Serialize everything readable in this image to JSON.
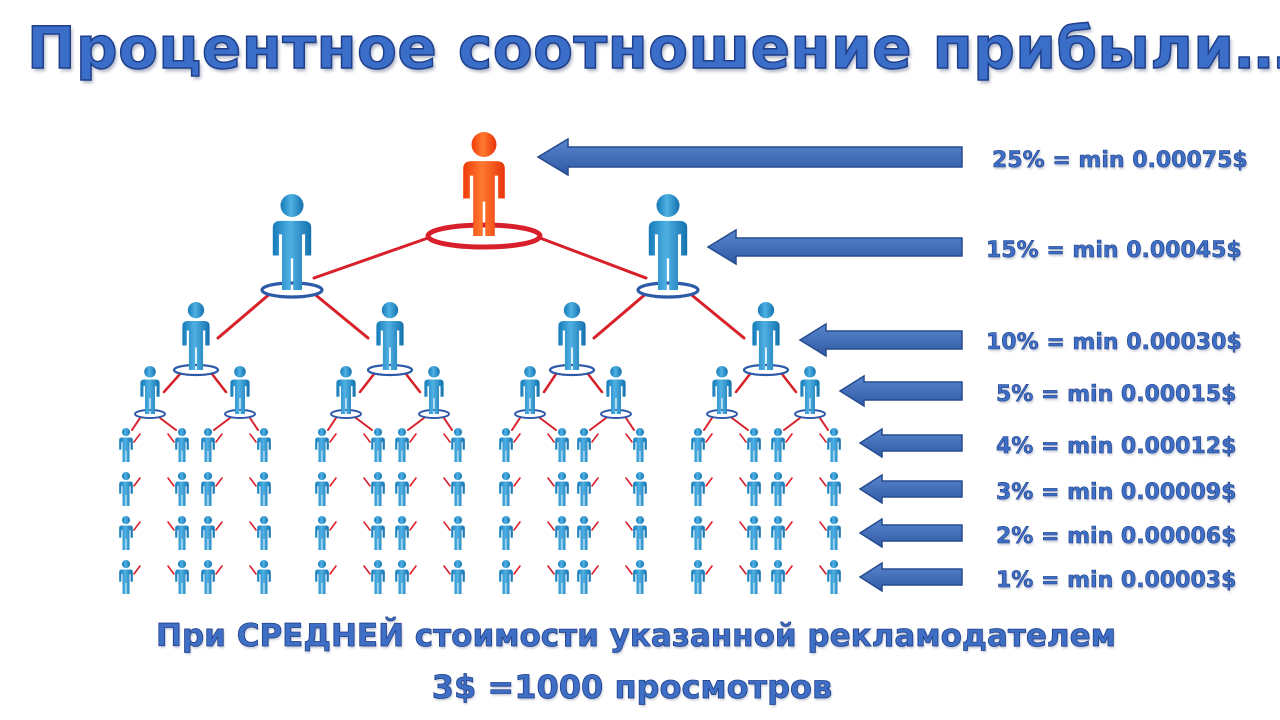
{
  "title": "Процентное соотношение прибыли…",
  "colors": {
    "top_person": "#ff4a12",
    "person": "#1e88c8",
    "connector": "#d8202a",
    "arrow": "#3c68b4",
    "text": "#3f6fc4"
  },
  "levels": [
    {
      "label": "25% = min 0.00075$"
    },
    {
      "label": "15% = min 0.00045$"
    },
    {
      "label": "10% = min 0.00030$"
    },
    {
      "label": "5% = min 0.00015$"
    },
    {
      "label": "4% = min 0.00012$"
    },
    {
      "label": "3% = min 0.00009$"
    },
    {
      "label": "2% = min 0.00006$"
    },
    {
      "label": "1% = min 0.00003$"
    }
  ],
  "footer": {
    "line1": "При СРЕДНЕЙ стоимости указанной рекламодателем",
    "line2": "3$ =1000 просмотров"
  }
}
